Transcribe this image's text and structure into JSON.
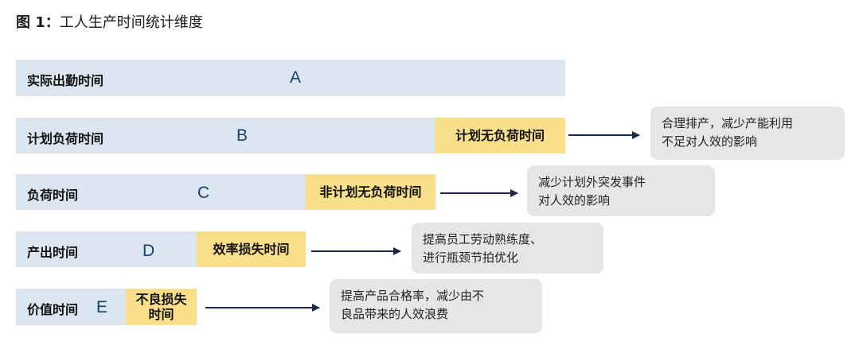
{
  "title": {
    "prefix": "图 1：",
    "text": "工人生产时间统计维度"
  },
  "rows": [
    {
      "label": "实际出勤时间",
      "letter": "A"
    },
    {
      "label": "计划负荷时间",
      "letter": "B",
      "loss": "计划无负荷时间",
      "note": [
        "合理排产，减少产能利用",
        "不足对人效的影响"
      ]
    },
    {
      "label": "负荷时间",
      "letter": "C",
      "loss": "非计划无负荷时间",
      "note": [
        "减少计划外突发事件",
        "对人效的影响"
      ]
    },
    {
      "label": "产出时间",
      "letter": "D",
      "loss": "效率损失时间",
      "note": [
        "提高员工劳动熟练度、",
        "进行瓶颈节拍优化"
      ]
    },
    {
      "label": "价值时间",
      "letter": "E",
      "loss": [
        "不良损失",
        "时间"
      ],
      "note": [
        "提高产品合格率，减少由不",
        "良品带来的人效浪费"
      ]
    }
  ],
  "colors": {
    "bar": "#dce6f1",
    "loss": "#f9df8a",
    "note": "#e6e6e6",
    "letter": "#17406d",
    "arrow": "#1b2a4a"
  },
  "icons": [
    "arrow-right-icon"
  ]
}
